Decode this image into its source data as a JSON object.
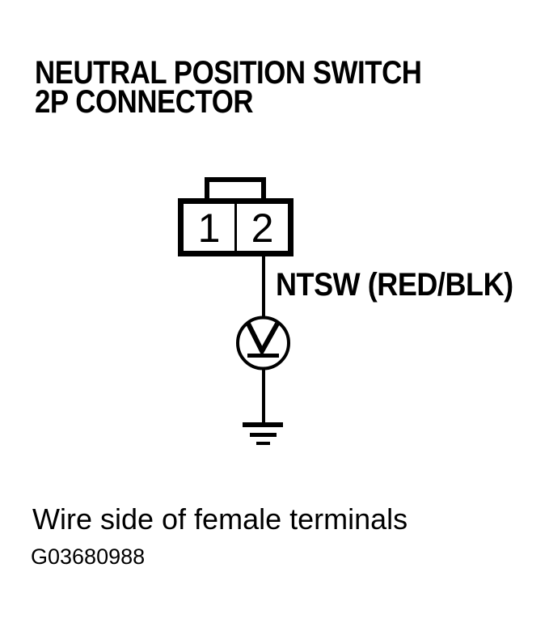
{
  "colors": {
    "line": "#000000",
    "background": "#ffffff"
  },
  "diagram": {
    "title_line1": "NEUTRAL POSITION SWITCH",
    "title_line2": "2P CONNECTOR",
    "connector": {
      "terminals": [
        "1",
        "2"
      ]
    },
    "wire": {
      "label": "NTSW (RED/BLK)"
    },
    "icons": {
      "ground_reference": "circled-v-underline-icon",
      "ground": "earth-ground-icon"
    },
    "caption": "Wire side of female terminals",
    "figure_id": "G03680988"
  }
}
